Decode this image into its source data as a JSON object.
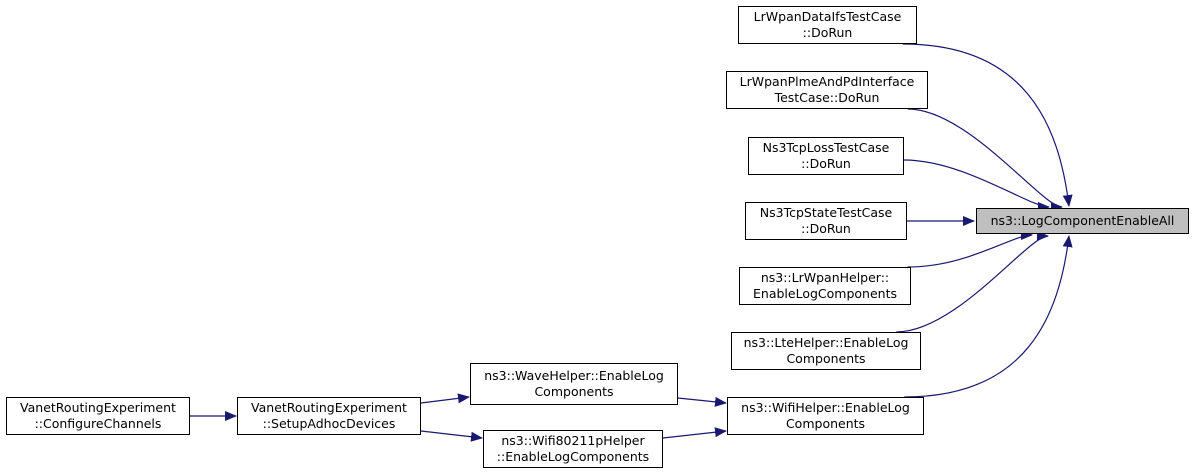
{
  "colors": {
    "edge": "#191970",
    "focus_fill": "#bfbfbf",
    "node_border": "#000000"
  },
  "focus": {
    "id": "logcompenableall",
    "lines": [
      "ns3::LogComponentEnableAll"
    ]
  },
  "callers": [
    {
      "id": "lrwpandataifs",
      "lines": [
        "LrWpanDataIfsTestCase",
        "::DoRun"
      ]
    },
    {
      "id": "lrwpanplme",
      "lines": [
        "LrWpanPlmeAndPdInterface",
        "TestCase::DoRun"
      ]
    },
    {
      "id": "tcploss",
      "lines": [
        "Ns3TcpLossTestCase",
        "::DoRun"
      ]
    },
    {
      "id": "tcpstate",
      "lines": [
        "Ns3TcpStateTestCase",
        "::DoRun"
      ]
    },
    {
      "id": "lrwpanhelper",
      "lines": [
        "ns3::LrWpanHelper::",
        "EnableLogComponents"
      ]
    },
    {
      "id": "ltehelper",
      "lines": [
        "ns3::LteHelper::EnableLog",
        "Components"
      ]
    },
    {
      "id": "wifihelper",
      "lines": [
        "ns3::WifiHelper::EnableLog",
        "Components"
      ]
    },
    {
      "id": "wavehelper",
      "lines": [
        "ns3::WaveHelper::EnableLog",
        "Components"
      ]
    },
    {
      "id": "wifi80211p",
      "lines": [
        "ns3::Wifi80211pHelper",
        "::EnableLogComponents"
      ]
    },
    {
      "id": "setupadhoc",
      "lines": [
        "VanetRoutingExperiment",
        "::SetupAdhocDevices"
      ]
    },
    {
      "id": "configchannels",
      "lines": [
        "VanetRoutingExperiment",
        "::ConfigureChannels"
      ]
    }
  ],
  "edges": [
    {
      "from": "lrwpandataifs",
      "to": "logcompenableall"
    },
    {
      "from": "lrwpanplme",
      "to": "logcompenableall"
    },
    {
      "from": "tcploss",
      "to": "logcompenableall"
    },
    {
      "from": "tcpstate",
      "to": "logcompenableall"
    },
    {
      "from": "lrwpanhelper",
      "to": "logcompenableall"
    },
    {
      "from": "ltehelper",
      "to": "logcompenableall"
    },
    {
      "from": "wifihelper",
      "to": "logcompenableall"
    },
    {
      "from": "wavehelper",
      "to": "wifihelper"
    },
    {
      "from": "wifi80211p",
      "to": "wifihelper"
    },
    {
      "from": "setupadhoc",
      "to": "wavehelper"
    },
    {
      "from": "setupadhoc",
      "to": "wifi80211p"
    },
    {
      "from": "configchannels",
      "to": "setupadhoc"
    }
  ]
}
